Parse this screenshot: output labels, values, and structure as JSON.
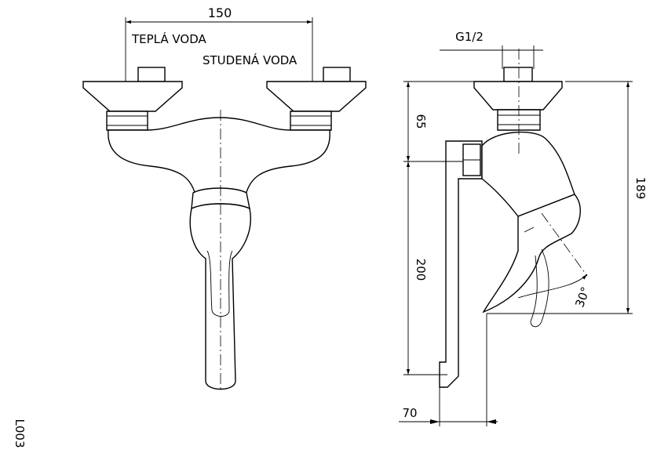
{
  "drawing": {
    "code": "L003",
    "front_view": {
      "width_dimension": "150",
      "hot_label": "TEPLÁ VODA",
      "cold_label": "STUDENÁ VODA"
    },
    "side_view": {
      "thread_label": "G1/2",
      "dim_top": "65",
      "dim_height": "200",
      "dim_total": "189",
      "dim_depth": "70",
      "angle": "30°"
    }
  }
}
